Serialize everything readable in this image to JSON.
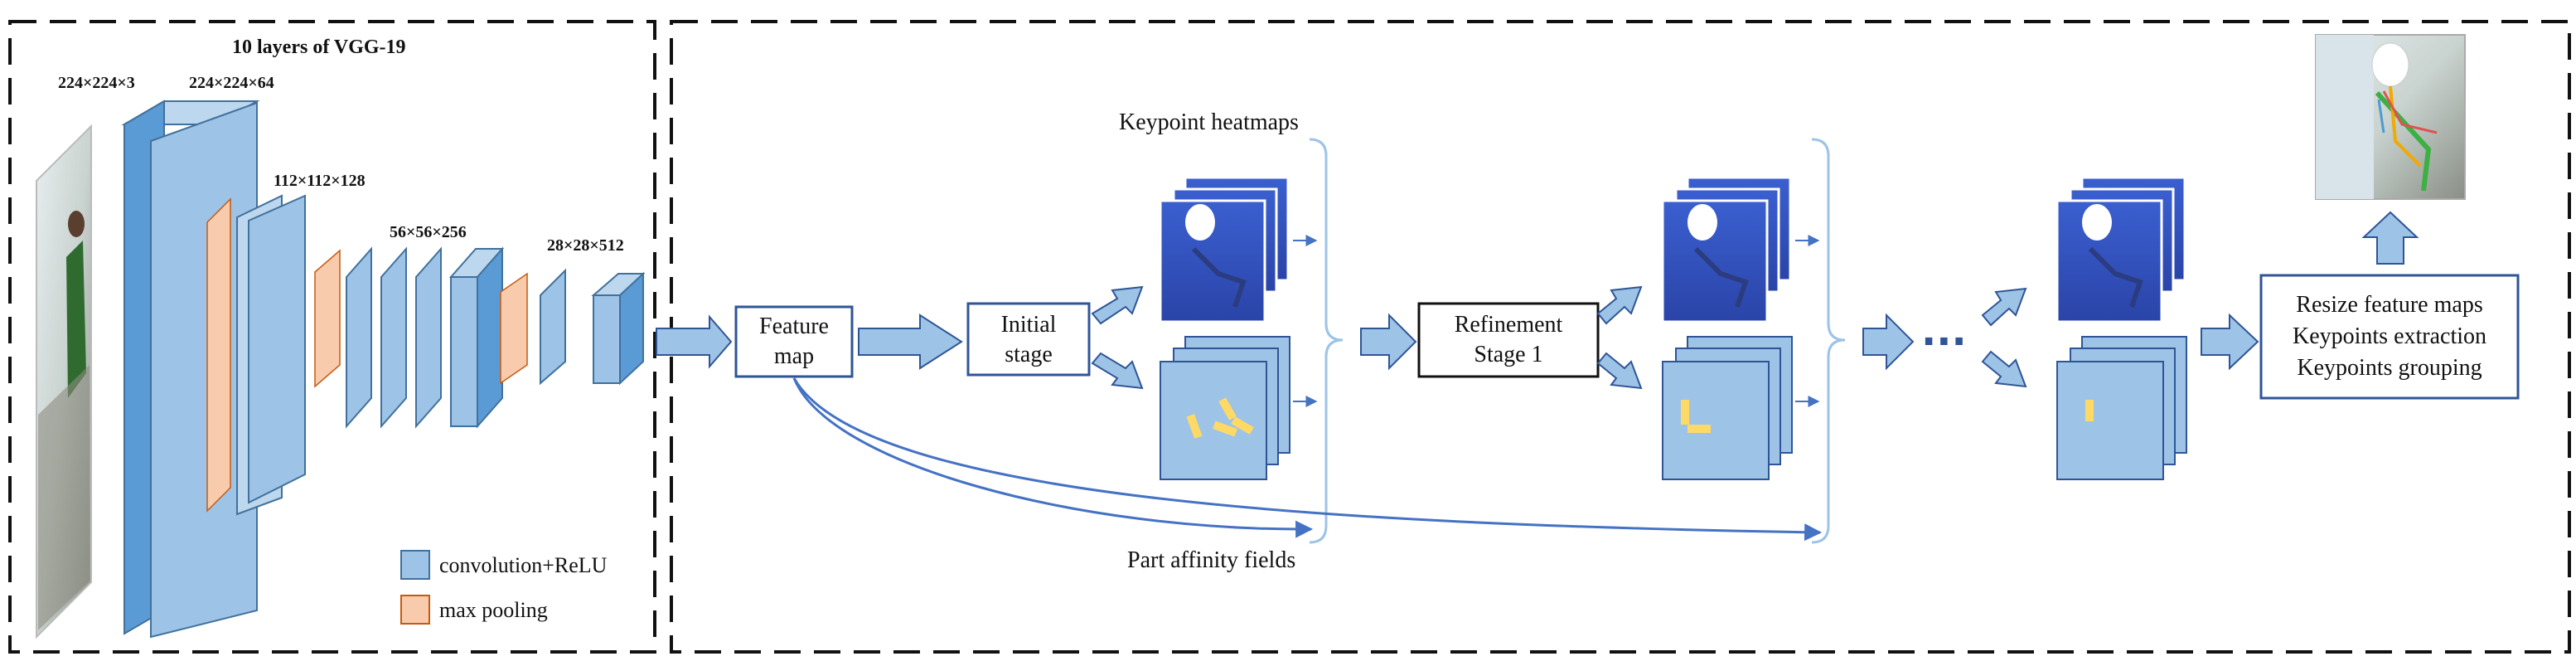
{
  "vgg": {
    "title": "10 layers of VGG-19",
    "dims": [
      "224×224×3",
      "224×224×64",
      "112×112×128",
      "56×56×256",
      "28×28×512"
    ],
    "legend": {
      "conv": "convolution+ReLU",
      "pool": "max pooling"
    }
  },
  "pipeline": {
    "feature_map": [
      "Feature",
      "map"
    ],
    "initial_stage": [
      "Initial",
      "stage"
    ],
    "refinement": [
      "Refinement",
      "Stage 1"
    ],
    "heatmaps_label": "Keypoint heatmaps",
    "paf_label": "Part affinity fields",
    "ellipsis": "···",
    "final_steps": [
      "Resize feature maps",
      "Keypoints extraction",
      "Keypoints grouping"
    ]
  },
  "colors": {
    "conv": "#9dc3e6",
    "conv_dark": "#5b9bd5",
    "pool": "#f8cbad",
    "arrow": "#9dc3e6",
    "line": "#4472c4",
    "heatmap": "#3a5fcd"
  }
}
